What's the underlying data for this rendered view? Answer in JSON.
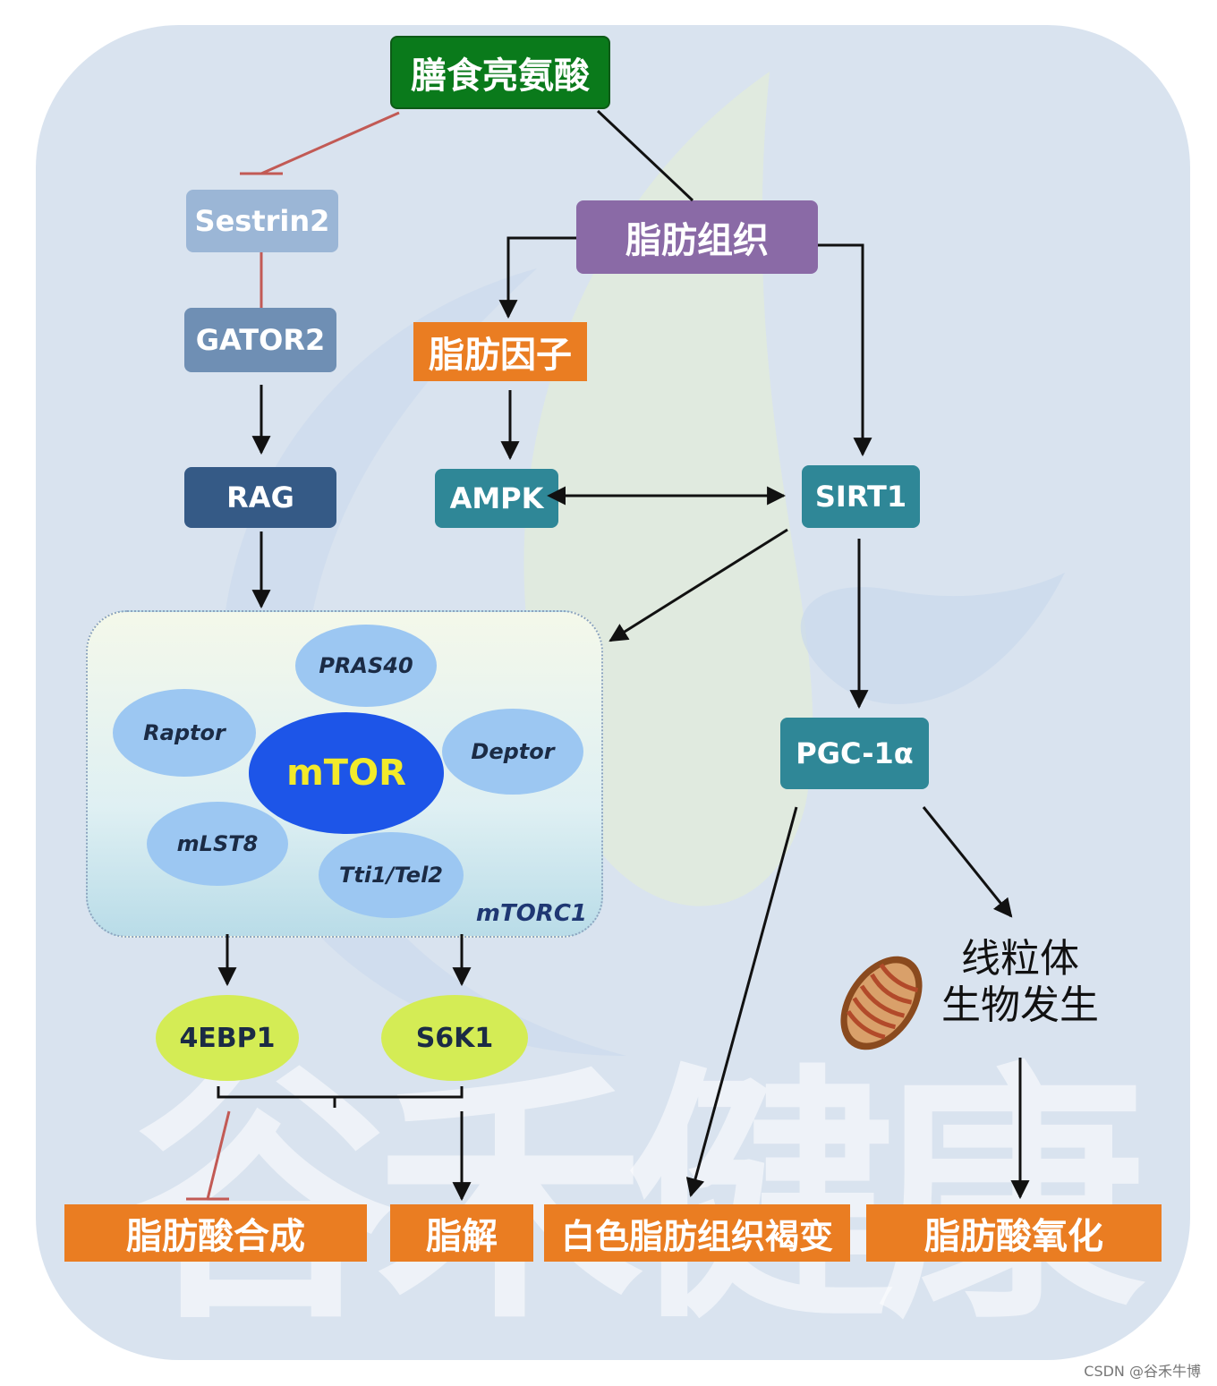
{
  "nodes": {
    "dietary_leucine": "膳食亮氨酸",
    "sestrin2": "Sestrin2",
    "adipose_tissue": "脂肪组织",
    "gator2": "GATOR2",
    "adipokine": "脂肪因子",
    "rag": "RAG",
    "ampk": "AMPK",
    "sirt1": "SIRT1",
    "pgc1a": "PGC-1α",
    "fourebp1": "4EBP1",
    "s6k1": "S6K1",
    "mito_line1": "线粒体",
    "mito_line2": "生物发生"
  },
  "mtorc1": {
    "label": "mTORC1",
    "core": "mTOR",
    "subunits": {
      "pras40": "PRAS40",
      "raptor": "Raptor",
      "deptor": "Deptor",
      "mlst8": "mLST8",
      "tti1": "Tti1/Tel2"
    }
  },
  "outcomes": {
    "fatty_acid_synthesis": "脂肪酸合成",
    "lipolysis": "脂解",
    "browning": "白色脂肪组织褐变",
    "fatty_acid_oxidation": "脂肪酸氧化"
  },
  "watermark": "谷禾健康",
  "credit": "CSDN @谷禾牛博",
  "colors": {
    "green": "#0a7a1b",
    "purple": "#8a6aa6",
    "orange": "#ea7d22",
    "teal": "#2f8797",
    "navy": "#355a86",
    "inhibit": "#c25a55",
    "mtor_core": "#1d55e8",
    "subunit": "#9cc7f2",
    "lime": "#d4ec55"
  }
}
